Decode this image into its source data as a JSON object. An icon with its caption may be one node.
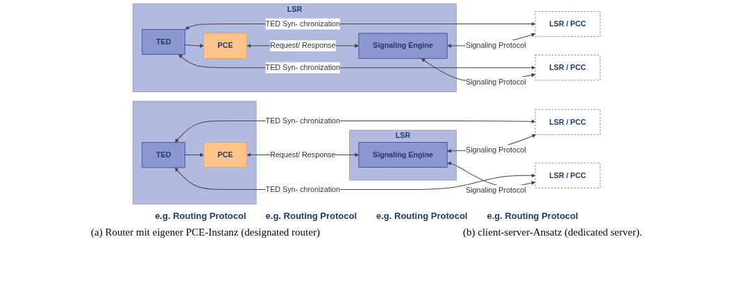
{
  "diagram": {
    "nodes": [
      {
        "text": [
          "LSR / PCC"
        ]
      },
      {
        "text": [
          "LSR"
        ]
      },
      {
        "text": [
          "TED"
        ],
        "in": 1
      },
      {
        "text": [
          "PCE"
        ],
        "in": 1
      },
      {
        "text": [
          "Signaling Engine"
        ],
        "in": 1
      },
      {
        "text": [
          "LSR / PCC"
        ]
      },
      {
        "text": [
          "LSR / PCC"
        ]
      },
      {
        "text": [],
        "shape": "box"
      },
      {
        "text": [
          "TED"
        ],
        "in": 7
      },
      {
        "text": [
          "PCE"
        ],
        "in": 7
      },
      {
        "text": [
          "LSR"
        ]
      },
      {
        "text": [
          "Signaling Engine"
        ],
        "in": 10
      },
      {
        "text": [
          "LSR / PCC"
        ]
      }
    ],
    "edges": [
      {
        "from": 2,
        "to": 0,
        "arrow": "both",
        "label": "TED Syn- chronization"
      },
      {
        "from": 2,
        "to": 5,
        "arrow": "both",
        "label": "TED Syn- chronization"
      },
      {
        "from": 2,
        "to": 3,
        "arrow": "to"
      },
      {
        "from": 3,
        "to": 4,
        "arrow": "both",
        "label": "Request/ Response"
      },
      {
        "from": 4,
        "to": 0,
        "arrow": "both",
        "label": "Signaling Protocol"
      },
      {
        "from": 4,
        "to": 5,
        "arrow": "both",
        "label": "Signaling Protocol"
      },
      {
        "from": 8,
        "to": 6,
        "arrow": "both",
        "label": "TED Syn- chronization"
      },
      {
        "from": 8,
        "to": 12,
        "arrow": "both",
        "label": "TED Syn- chronization"
      },
      {
        "from": 8,
        "to": 9,
        "arrow": "to"
      },
      {
        "from": 9,
        "to": 11,
        "arrow": "both",
        "label": "Request/ Response"
      },
      {
        "from": 11,
        "to": 6,
        "arrow": "both",
        "label": "Signaling Protocol"
      },
      {
        "from": 11,
        "to": 12,
        "arrow": "both",
        "label": "Signaling Protocol"
      }
    ],
    "labels": [
      "e.g. Routing Protocol",
      "e.g. Routing Protocol",
      "e.g. Routing Protocol",
      "e.g. Routing Protocol",
      "(a) Router mit eigener PCE-Instanz (designated router)",
      "(b) client-server-Ansatz (dedicated server)."
    ]
  }
}
